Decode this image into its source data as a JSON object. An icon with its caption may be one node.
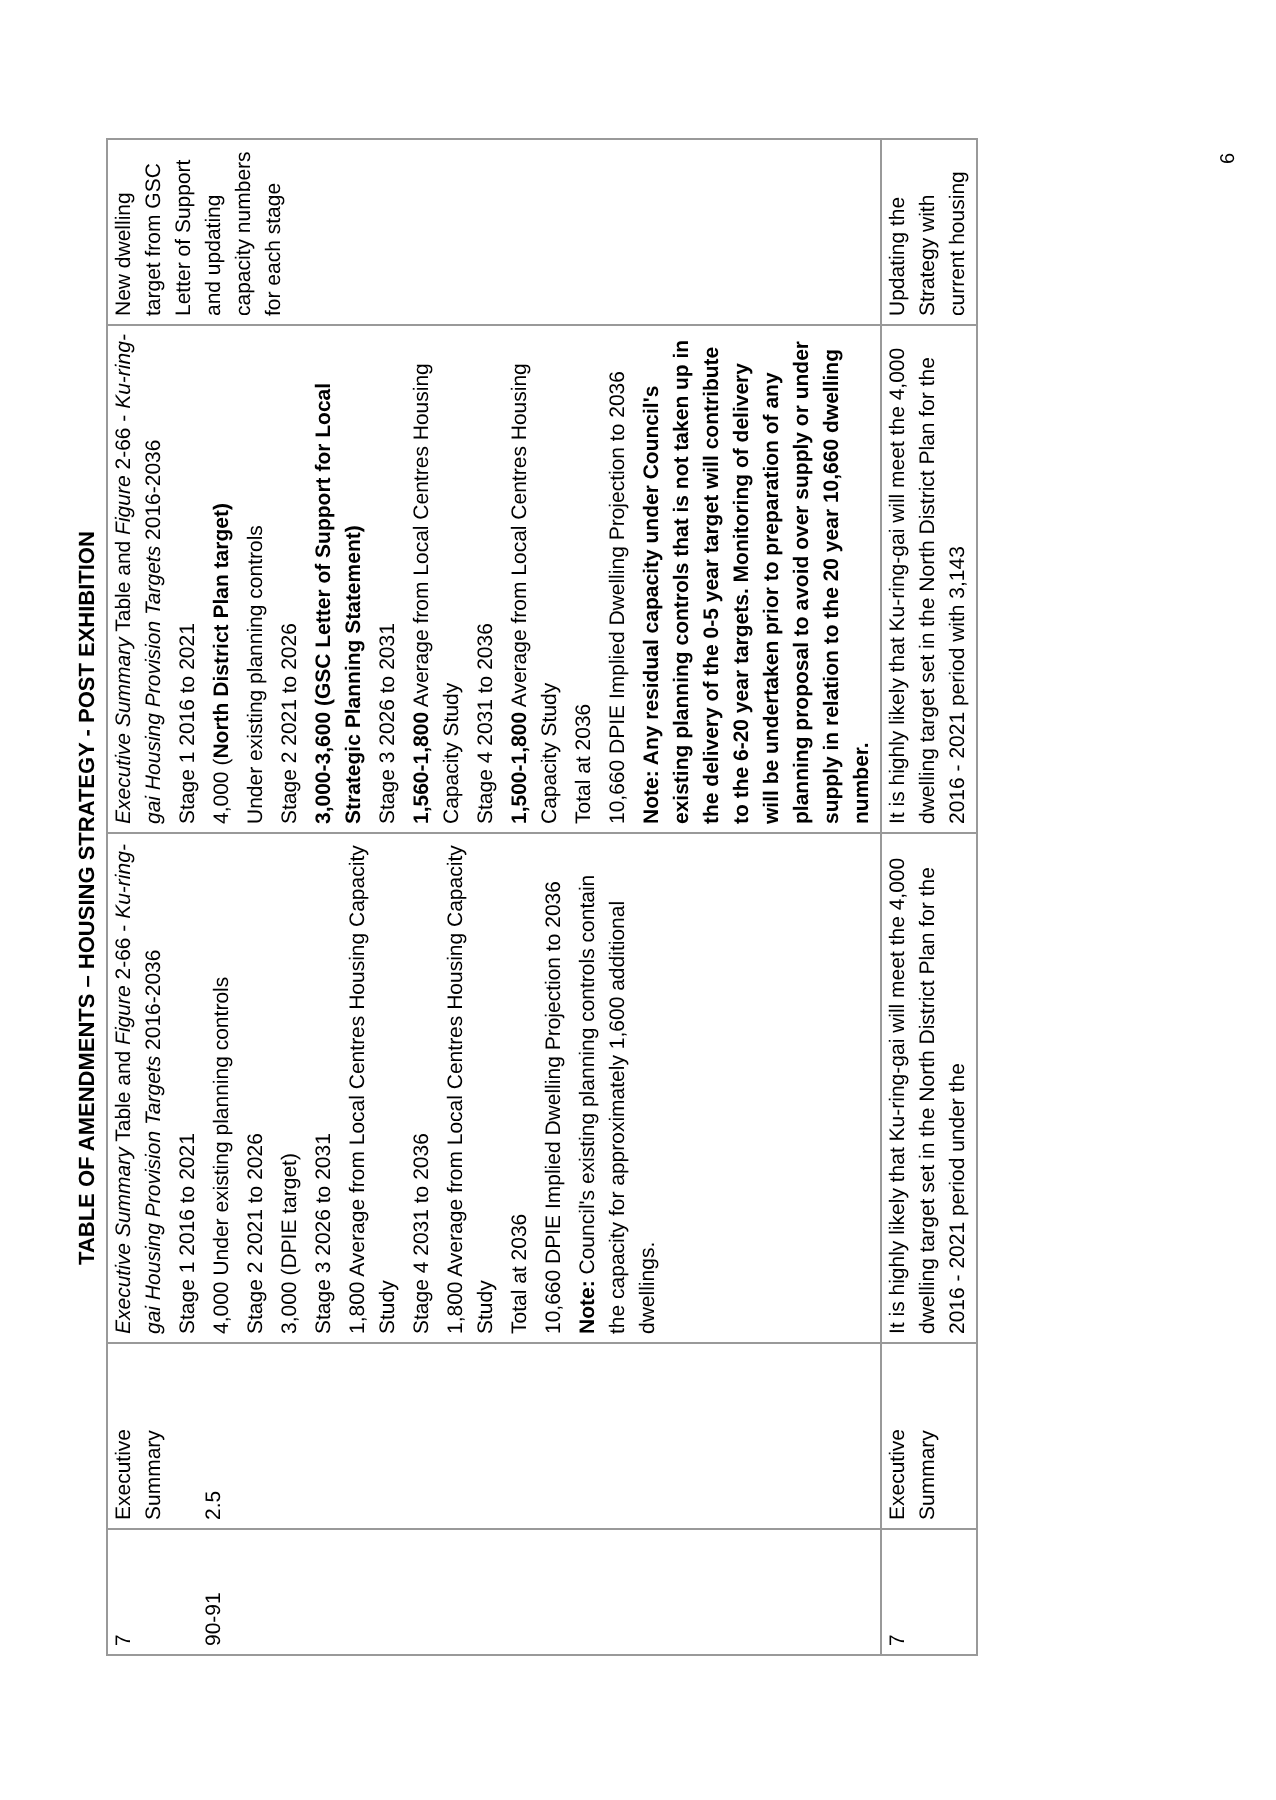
{
  "diagram": {
    "title": "TABLE OF AMENDMENTS – HOUSING STRATEGY - POST EXHIBITION",
    "labels": [
      "7",
      "90-91",
      "Executive Summary",
      "2.5",
      "*Executive Summary* Table and *Figure* 2-66 - *Ku-ring-gai Housing Provision Targets* 2016-2036",
      "Stage 1 2016 to 2021",
      "4,000 Under existing planning controls",
      "Stage 2 2021 to 2026",
      "3,000 (DPIE target)",
      "Stage 3 2026 to 2031",
      "1,800 Average from Local Centres Housing Capacity Study",
      "Stage 4 2031 to 2036",
      "1,800 Average from Local Centres Housing Capacity Study",
      "Total at 2036",
      "10,660 DPIE Implied Dwelling Projection to 2036",
      "**Note:** Council's existing planning controls contain the capacity for approximately 1,600 additional dwellings.",
      "*Executive Summary* Table and *Figure* 2-66 - *Ku-ring-gai Housing Provision Targets* 2016-2036",
      "Stage 1 2016 to 2021",
      "4,000 (**North District Plan target)**",
      "Under existing planning controls",
      "Stage 2 2021 to 2026",
      "**3,000-3,600 (GSC Letter of Support for Local Strategic Planning Statement)**",
      "Stage 3 2026 to 2031",
      "**1,560-1,800** Average from Local Centres Housing Capacity Study",
      "Stage 4 2031 to 2036",
      "**1,500-1,800** Average from Local Centres Housing Capacity Study",
      "Total at 2036",
      "10,660 DPIE Implied Dwelling Projection to 2036",
      "**Note: Any residual capacity under Council's existing planning controls that is not taken up in the delivery of the 0-5 year target will contribute to the 6-20 year targets. Monitoring of delivery will be undertaken prior to preparation of any planning proposal to avoid over supply or under supply in relation to the 20 year 10,660 dwelling number.**",
      "New dwelling target from GSC Letter of Support and updating capacity numbers for each stage",
      "7",
      "Executive Summary",
      "It is highly likely that Ku-ring-gai will meet the 4,000 dwelling target set in the North District Plan for the 2016 - 2021 period under the",
      "It is highly likely that Ku-ring-gai will meet the 4,000 dwelling target set in the North District Plan for the 2016 - 2021 period with 3,143",
      "Updating the Strategy with current housing",
      "6"
    ]
  }
}
